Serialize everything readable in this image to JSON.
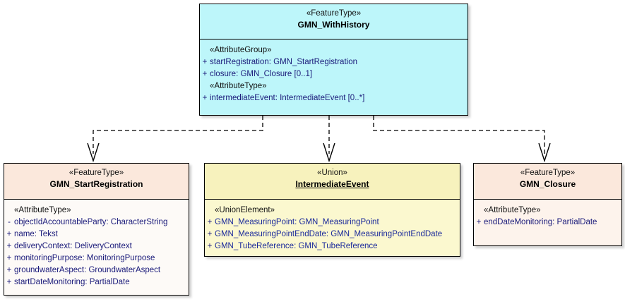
{
  "diagram": {
    "type": "uml-class-diagram",
    "title": "GMN_WithHistory UML class diagram",
    "colors": {
      "featuretype_header": "#bdf6fa",
      "featuretype_header_peach": "#fbe8dc",
      "union_header": "#f7f2bd",
      "body_cyan": "#bdf6fa",
      "body_peach": "#fdf3ec",
      "body_yellow": "#fbf8cf",
      "body_white": "#fdfaf7",
      "border": "#000000",
      "attribute_text": "#1a1a7a",
      "stereotype_text": "#111111"
    }
  },
  "classes": {
    "gmn_withhistory": {
      "stereotype": "«FeatureType»",
      "name": "GMN_WithHistory",
      "compartments": [
        {
          "group": "«AttributeGroup»",
          "attributes": [
            {
              "visibility": "+",
              "text": "startRegistration: GMN_StartRegistration"
            },
            {
              "visibility": "+",
              "text": "closure: GMN_Closure [0..1]"
            }
          ]
        },
        {
          "group": "«AttributeType»",
          "attributes": [
            {
              "visibility": "+",
              "text": "intermediateEvent: IntermediateEvent [0..*]"
            }
          ]
        }
      ]
    },
    "gmn_startregistration": {
      "stereotype": "«FeatureType»",
      "name": "GMN_StartRegistration",
      "compartments": [
        {
          "group": "«AttributeType»",
          "attributes": [
            {
              "visibility": "-",
              "text": "objectIdAccountableParty: CharacterString"
            },
            {
              "visibility": "+",
              "text": "name: Tekst"
            },
            {
              "visibility": "+",
              "text": "deliveryContext: DeliveryContext"
            },
            {
              "visibility": "+",
              "text": "monitoringPurpose: MonitoringPurpose"
            },
            {
              "visibility": "+",
              "text": "groundwaterAspect: GroundwaterAspect"
            },
            {
              "visibility": "+",
              "text": "startDateMonitoring: PartialDate"
            }
          ]
        }
      ]
    },
    "intermediateevent": {
      "stereotype": "«Union»",
      "name": "IntermediateEvent",
      "compartments": [
        {
          "group": "«UnionElement»",
          "attributes": [
            {
              "visibility": "+",
              "text": "GMN_MeasuringPoint: GMN_MeasuringPoint"
            },
            {
              "visibility": "+",
              "text": "GMN_MeasuringPointEndDate: GMN_MeasuringPointEndDate"
            },
            {
              "visibility": "+",
              "text": "GMN_TubeReference: GMN_TubeReference"
            }
          ]
        }
      ]
    },
    "gmn_closure": {
      "stereotype": "«FeatureType»",
      "name": "GMN_Closure",
      "compartments": [
        {
          "group": "«AttributeType»",
          "attributes": [
            {
              "visibility": "+",
              "text": "endDateMonitoring: PartialDate"
            }
          ]
        }
      ]
    }
  },
  "connectors": [
    {
      "name": "dependency-to-startregistration",
      "from": "gmn_withhistory",
      "to": "gmn_startregistration",
      "style": "dashed",
      "arrow": "open"
    },
    {
      "name": "dependency-to-intermediateevent",
      "from": "gmn_withhistory",
      "to": "intermediateevent",
      "style": "dashed",
      "arrow": "open"
    },
    {
      "name": "dependency-to-closure",
      "from": "gmn_withhistory",
      "to": "gmn_closure",
      "style": "dashed",
      "arrow": "open"
    }
  ]
}
